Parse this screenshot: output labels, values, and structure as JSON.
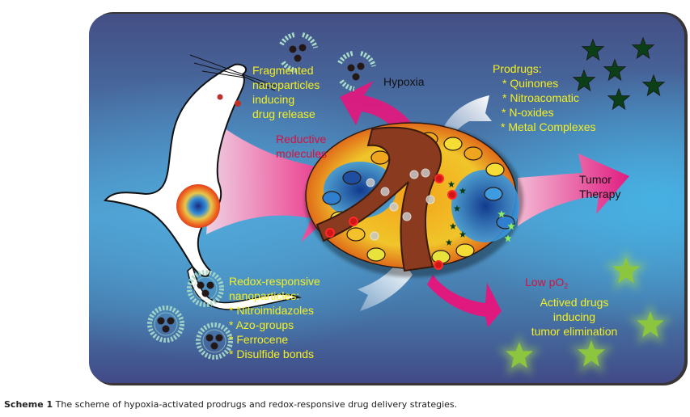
{
  "figure": {
    "caption_label": "Scheme 1",
    "caption_text": "The scheme of hypoxia-activated prodrugs and redox-responsive drug delivery strategies."
  },
  "labels": {
    "fragmented": [
      "Fragmented",
      "nanoparticles",
      "inducing",
      "drug release"
    ],
    "reductive": [
      "Reductive",
      "molecules"
    ],
    "hypoxia": "Hypoxia",
    "prodrugs_title": "Prodrugs:",
    "prodrugs_items": [
      "* Quinones",
      "* Nitroacomatic",
      "* N-oxides",
      "* Metal Complexes"
    ],
    "tumor_therapy": [
      "Tumor",
      "Therapy"
    ],
    "redox_title": [
      "Redox-responsive",
      "nanoparticles:"
    ],
    "redox_items": [
      "* Nitroimidazoles",
      "* Azo-groups",
      "* Ferrocene",
      "* Disulfide bonds"
    ],
    "low_po2": "Low pO",
    "low_po2_sub": "2",
    "activated": [
      "Actived drugs",
      "inducing",
      "tumor elimination"
    ]
  },
  "colors": {
    "yellow_text": "#f5ef1f",
    "red_text": "#d4123f",
    "arrow_pink": "#e8197f",
    "dark_star": "#0d3d17",
    "glow_star": "#8cc63f"
  }
}
